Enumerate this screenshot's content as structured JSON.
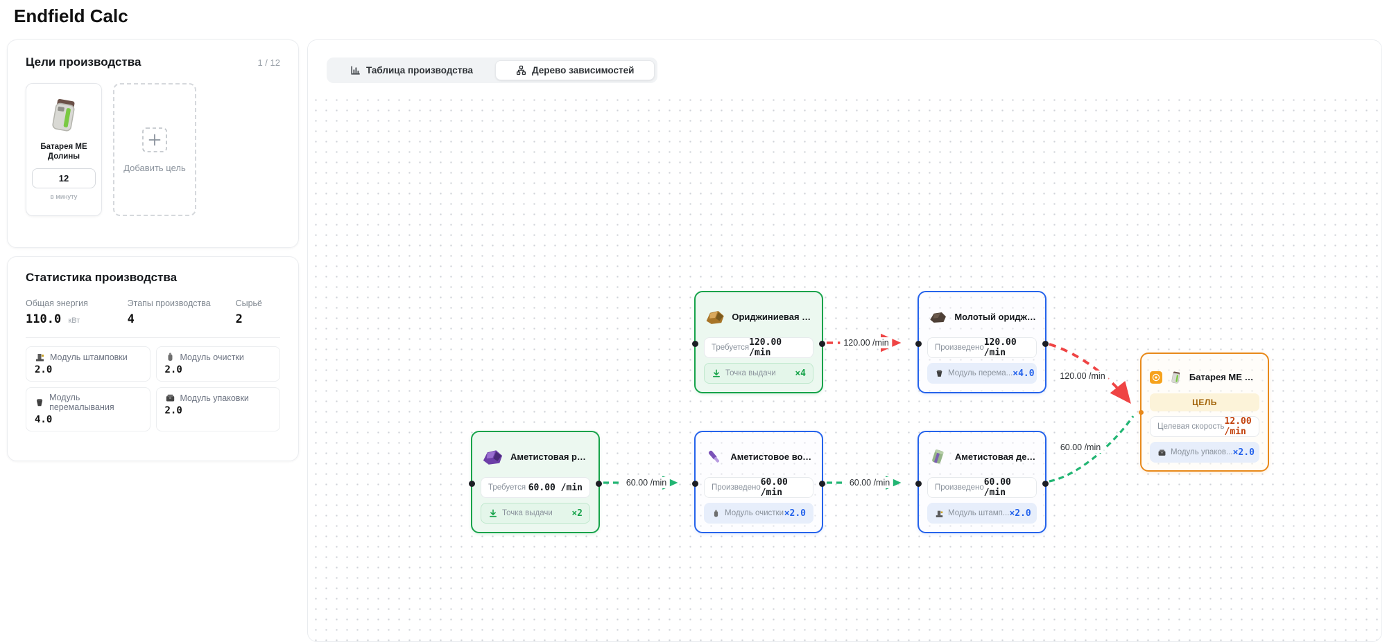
{
  "app": {
    "title": "Endfield Calc"
  },
  "goals_panel": {
    "title": "Цели производства",
    "counter": "1 / 12",
    "goal": {
      "name": "Батарея МЕ Долины",
      "rate_value": "12",
      "rate_unit": "в минуту",
      "icon": "battery-icon"
    },
    "add_label": "Добавить цель"
  },
  "stats_panel": {
    "title": "Статистика производства",
    "stats": [
      {
        "label": "Общая энергия",
        "value": "110.0",
        "unit": "кВт"
      },
      {
        "label": "Этапы производства",
        "value": "4",
        "unit": ""
      },
      {
        "label": "Сырьё",
        "value": "2",
        "unit": ""
      }
    ],
    "modules": [
      {
        "label": "Модуль штамповки",
        "value": "2.0",
        "icon": "stamping-module-icon"
      },
      {
        "label": "Модуль очистки",
        "value": "2.0",
        "icon": "purify-module-icon"
      },
      {
        "label": "Модуль перемалывания",
        "value": "4.0",
        "icon": "grinding-module-icon"
      },
      {
        "label": "Модуль упаковки",
        "value": "2.0",
        "icon": "packing-module-icon"
      }
    ]
  },
  "tabs": [
    {
      "label": "Таблица производства",
      "icon": "bar-chart-icon",
      "active": false
    },
    {
      "label": "Дерево зависимостей",
      "icon": "tree-icon",
      "active": true
    }
  ],
  "tree": {
    "nodes": [
      {
        "type": "source",
        "title": "Ориджиниевая руда",
        "icon": "originium-ore-icon",
        "row_label": "Требуется",
        "row_value": "120.00 /min",
        "sub_label": "Точка выдачи",
        "sub_value": "×4"
      },
      {
        "type": "product",
        "title": "Молотый ориджиний",
        "icon": "ground-originium-icon",
        "row_label": "Произведено",
        "row_value": "120.00 /min",
        "sub_label": "Модуль перема...",
        "sub_value": "×4.0"
      },
      {
        "type": "source",
        "title": "Аметистовая руда",
        "icon": "amethyst-ore-icon",
        "row_label": "Требуется",
        "row_value": "60.00 /min",
        "sub_label": "Точка выдачи",
        "sub_value": "×2"
      },
      {
        "type": "product",
        "title": "Аметистовое волокно",
        "icon": "amethyst-fiber-icon",
        "row_label": "Произведено",
        "row_value": "60.00 /min",
        "sub_label": "Модуль очистки",
        "sub_value": "×2.0"
      },
      {
        "type": "product",
        "title": "Аметистовая деталь",
        "icon": "amethyst-part-icon",
        "row_label": "Произведено",
        "row_value": "60.00 /min",
        "sub_label": "Модуль штамп...",
        "sub_value": "×2.0"
      },
      {
        "type": "goal",
        "title": "Батарея МЕ Доли...",
        "icon": "battery-icon",
        "banner": "ЦЕЛЬ",
        "row_label": "Целевая скорость",
        "row_value": "12.00 /min",
        "sub_label": "Модуль упаков...",
        "sub_value": "×2.0"
      }
    ],
    "edges": [
      {
        "label": "120.00 /min",
        "color": "red"
      },
      {
        "label": "60.00 /min",
        "color": "green"
      },
      {
        "label": "60.00 /min",
        "color": "green"
      },
      {
        "label": "120.00 /min",
        "color": "red"
      },
      {
        "label": "60.00 /min",
        "color": "green"
      }
    ],
    "colors": {
      "source_green": "#16a34a",
      "product_blue": "#2563eb",
      "goal_orange": "#e8891a",
      "edge_red": "#ef4444",
      "edge_green": "#22b573",
      "value_blue": "#2563eb",
      "goal_value": "#c2410c"
    }
  }
}
